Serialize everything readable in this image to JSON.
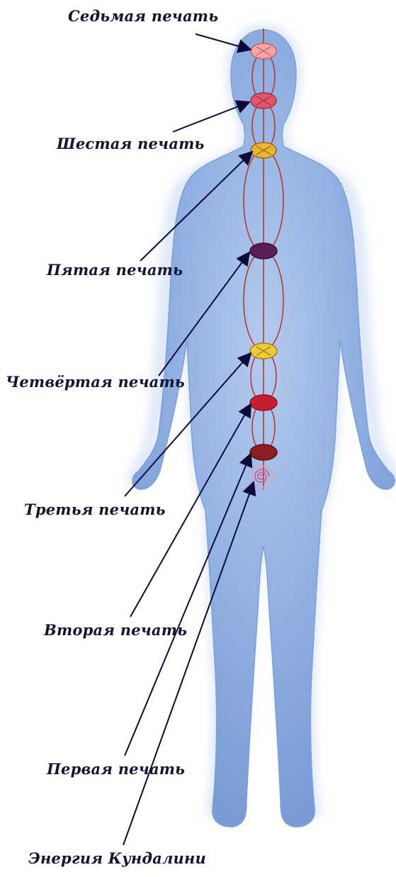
{
  "labels": {
    "seal7": "Седьмая печать",
    "seal6": "Шестая печать",
    "seal5": "Пятая печать",
    "seal4": "Четвёртая печать",
    "seal3": "Третья печать",
    "seal2": "Вторая печать",
    "seal1": "Первая печать",
    "kundalini": "Энергия Кундалини"
  },
  "colors": {
    "body_fill": "#8faee0",
    "body_glow": "#c7d8f4",
    "channel": "#b23a3a",
    "arrow": "#0b0b3a",
    "text": "#141432",
    "seal7": "#f2a6a6",
    "seal6": "#e0566a",
    "seal5": "#e9b33a",
    "seal4": "#5a1f52",
    "seal3": "#eccb3c",
    "seal2": "#c71f31",
    "seal1": "#8c1f1f",
    "kundalini": "#d9548a"
  }
}
